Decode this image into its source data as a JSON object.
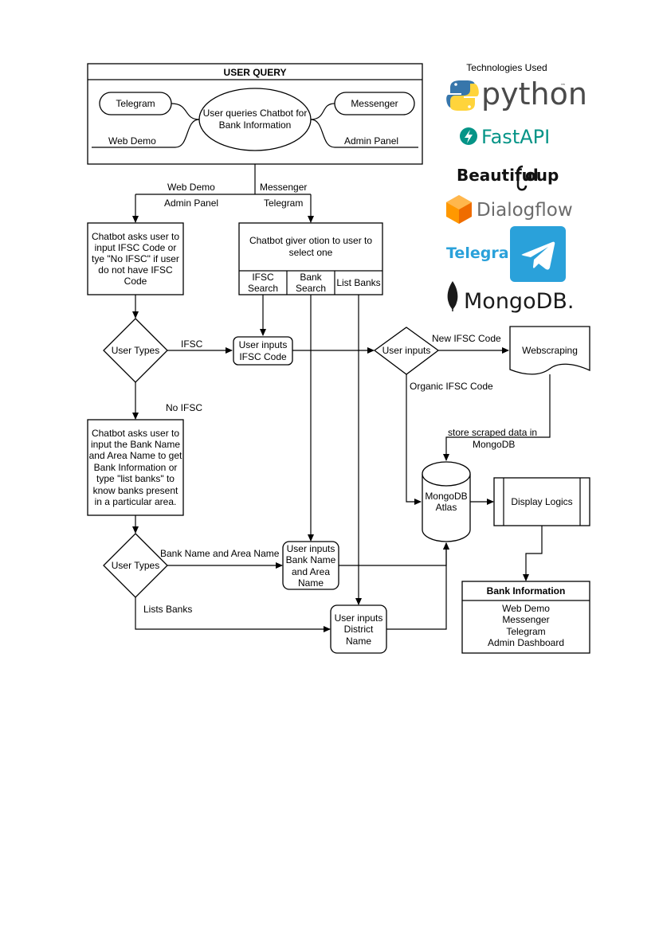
{
  "user_query": {
    "title": "USER QUERY",
    "center": [
      "User queries Chatbot for",
      "Bank Information"
    ],
    "telegram": "Telegram",
    "messenger": "Messenger",
    "web_demo": "Web Demo",
    "admin_panel": "Admin Panel"
  },
  "edge_labels": {
    "web_demo": "Web Demo",
    "admin_panel": "Admin Panel",
    "messenger": "Messenger",
    "telegram": "Telegram",
    "ifsc": "IFSC",
    "no_ifsc": "No IFSC",
    "new_ifsc": "New IFSC Code",
    "organic_ifsc": "Organic IFSC Code",
    "store": [
      "store scraped data in",
      "MongoDB"
    ],
    "bank_area": "Bank Name and Area Name",
    "lists_banks": "Lists Banks"
  },
  "nodes": {
    "ask_ifsc": [
      "Chatbot asks user to",
      "input IFSC Code or",
      "tye \"No IFSC\" if user",
      "do not have IFSC",
      "Code"
    ],
    "option_box": [
      "Chatbot giver otion to user to",
      "select one"
    ],
    "opt_ifsc": [
      "IFSC",
      "Search"
    ],
    "opt_bank": [
      "Bank",
      "Search"
    ],
    "opt_list": "List Banks",
    "user_types_1": "User Types",
    "user_inputs_ifsc": [
      "User inputs",
      "IFSC Code"
    ],
    "user_inputs_diamond": "User inputs",
    "webscraping": "Webscraping",
    "ask_bank": [
      "Chatbot asks user to",
      "input the Bank Name",
      "and Area Name to get",
      "Bank Information or",
      "type \"list banks\" to",
      "know banks present",
      "in a particular area."
    ],
    "mongodb": [
      "MongoDB",
      "Atlas"
    ],
    "display": "Display Logics",
    "user_types_2": "User Types",
    "user_inputs_bank": [
      "User inputs",
      "Bank Name",
      "and Area",
      "Name"
    ],
    "user_inputs_district": [
      "User inputs",
      "District",
      "Name"
    ],
    "bank_info_title": "Bank Information",
    "bank_info_items": [
      "Web Demo",
      "Messenger",
      "Telegram",
      "Admin Dashboard"
    ]
  },
  "technologies": {
    "heading": "Technologies Used",
    "logos": [
      "python",
      "FastAPI",
      "Beautiful Soup",
      "Dialogflow",
      "Telegram",
      "MongoDB"
    ],
    "python_text": "python",
    "tm": "™",
    "fastapi_text": "FastAPI",
    "beautiful_text": "Beautiful",
    "soup_text": "oup",
    "dialogflow_text": "Dialogflow",
    "telegram_text": "Telegram",
    "mongodb_text": "MongoDB.",
    "colors": {
      "python_blue": "#3776ab",
      "python_yellow": "#ffd43b",
      "fastapi": "#059487",
      "dialogflow": "#ff9800",
      "telegram": "#2aa1da",
      "mongodb_leaf": "#1a1a1a"
    }
  }
}
